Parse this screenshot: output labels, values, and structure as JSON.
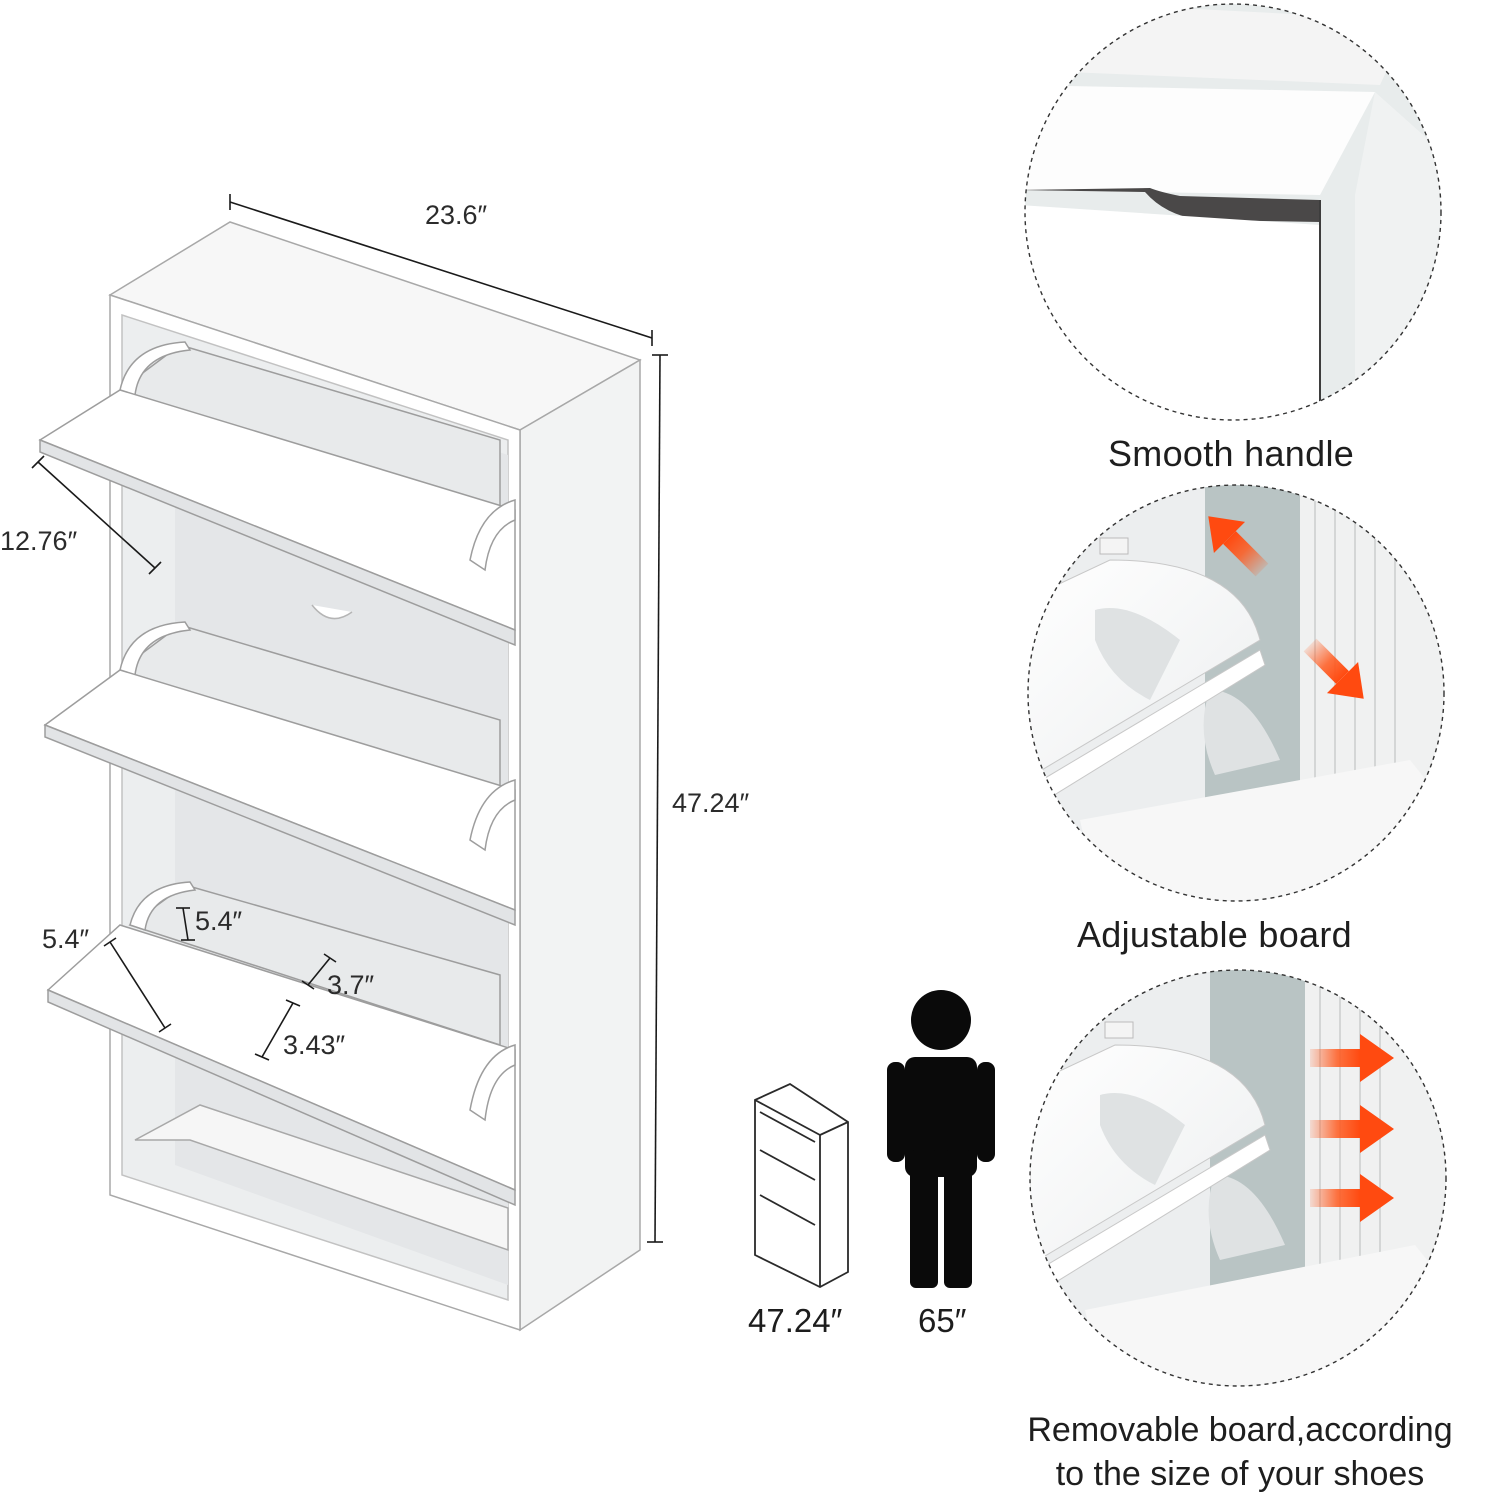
{
  "dimensions": {
    "width": "23.6″",
    "height": "47.24″",
    "depth": "12.76″",
    "flap_depth": "5.4″",
    "inner_depth": "5.4″",
    "slot_top": "3.7″",
    "slot_bottom": "3.43″"
  },
  "comparison": {
    "cabinet_height": "47.24″",
    "person_height": "65″"
  },
  "features": [
    {
      "caption": "Smooth handle"
    },
    {
      "caption": "Adjustable board"
    },
    {
      "caption_line1": "Removable board,according",
      "caption_line2": "to the size of your shoes"
    }
  ],
  "colors": {
    "arrow": "#ff5a1f",
    "cabinet": "#ffffff",
    "outline": "#9a9a9a",
    "shadow": "#e6e8ea"
  }
}
